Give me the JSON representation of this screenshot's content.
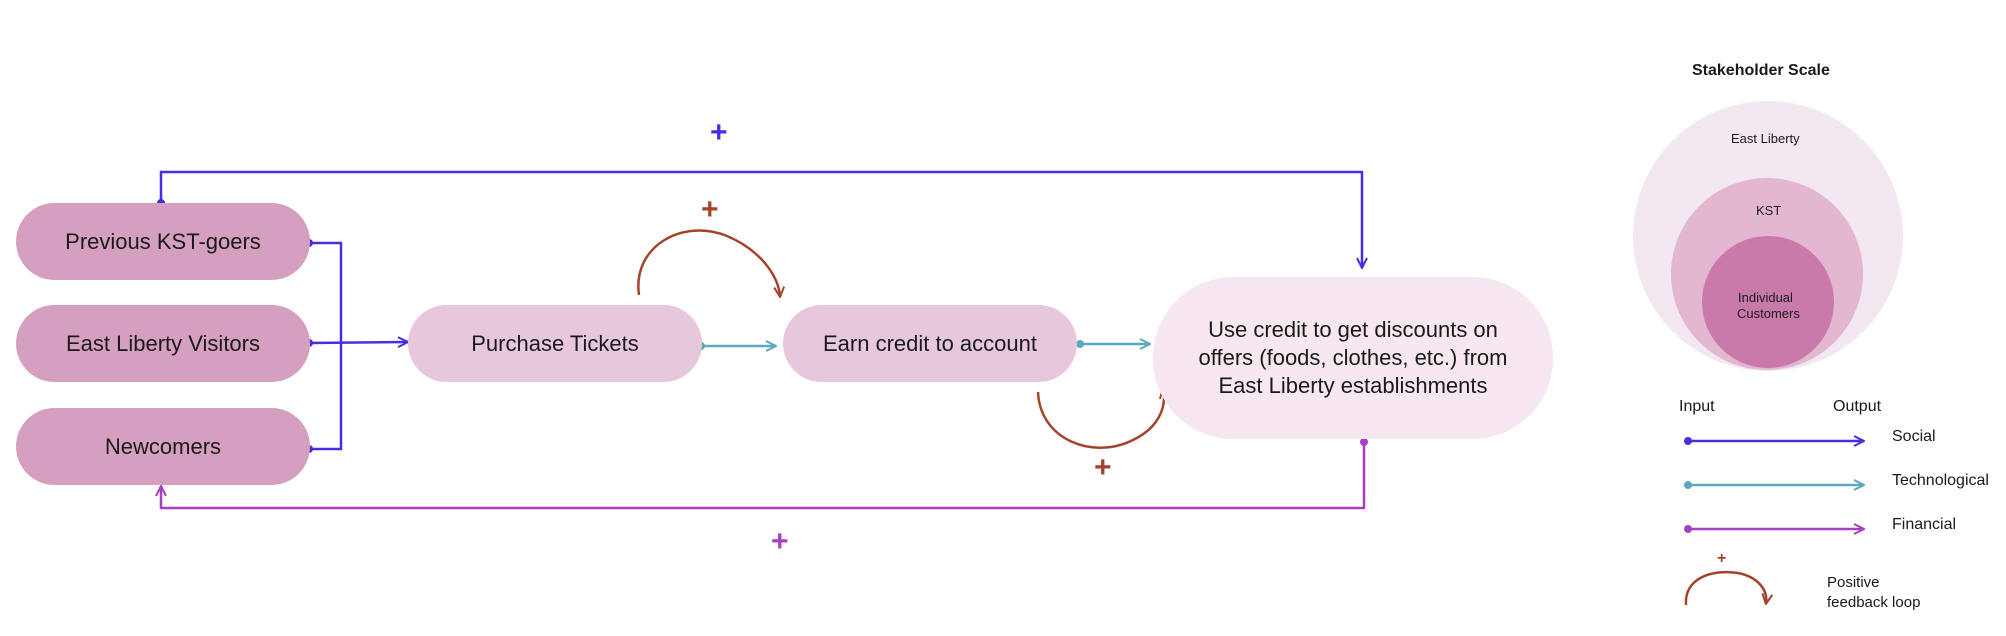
{
  "colors": {
    "social": "#4a2de0",
    "technological": "#5aaabb",
    "financial": "#a640c4",
    "feedback": "#a3432a",
    "stakeholder_pill": "#d59fbf",
    "step_pill": "#e7c7dc",
    "final_pill": "#f6e7f1",
    "scale_outer": "#f4e8f0",
    "scale_mid": "#e2b7cf",
    "scale_inner": "#c97aaa"
  },
  "nodes": {
    "previous": "Previous KST-goers",
    "east_liberty_visitors": "East Liberty Visitors",
    "newcomers": "Newcomers",
    "purchase": "Purchase Tickets",
    "earn": "Earn credit to account",
    "use_credit": "Use credit to get discounts on offers (foods, clothes, etc.) from East Liberty establishments"
  },
  "loop_signs": {
    "top_social": "+",
    "purchase_loop": "+",
    "earn_loop": "+",
    "bottom_financial": "+"
  },
  "legend": {
    "scale_title": "Stakeholder Scale",
    "scale_outer": "East Liberty",
    "scale_mid": "KST",
    "scale_inner_1": "Individual",
    "scale_inner_2": "Customers",
    "input_label": "Input",
    "output_label": "Output",
    "social": "Social",
    "technological": "Technological",
    "financial": "Financial",
    "feedback_sign": "+",
    "feedback_1": "Positive",
    "feedback_2": "feedback loop"
  }
}
